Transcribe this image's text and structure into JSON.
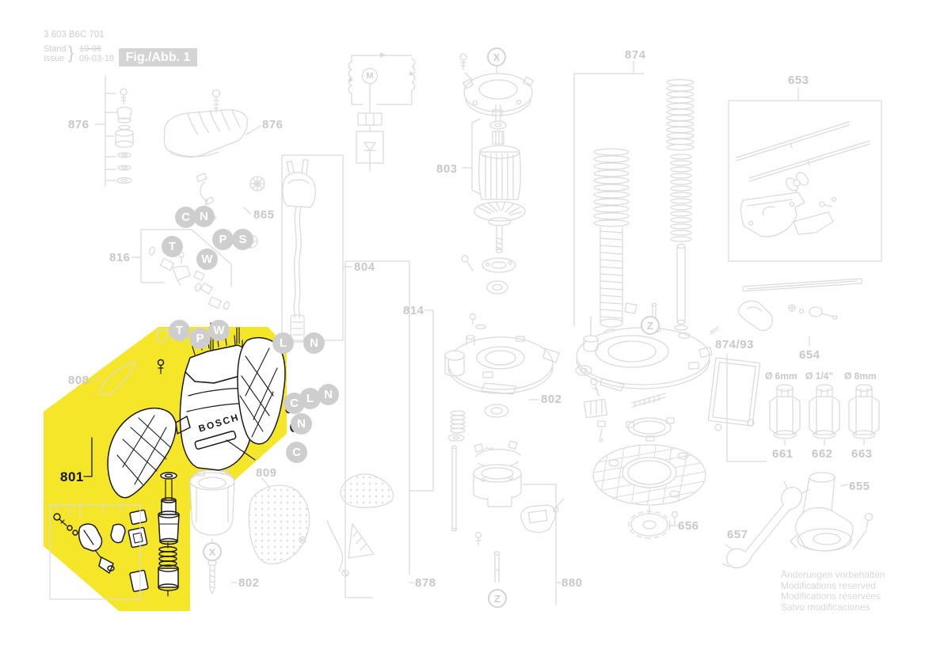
{
  "doc": {
    "number": "3 603 B6C 701",
    "stand_label": "Stand",
    "issue_label": "Issue",
    "old_date": "10-06",
    "date": "09-03-18",
    "figure_label": "Fig./Abb. 1"
  },
  "brand": "BOSCH",
  "parts": {
    "a876l": "876",
    "a876r": "876",
    "a865": "865",
    "a816": "816",
    "a804": "804",
    "a803": "803",
    "a814": "814",
    "a808": "808",
    "a801": "801",
    "a809": "809",
    "a802l": "802",
    "a802m": "802",
    "a878": "878",
    "a880": "880",
    "a874": "874",
    "a874_93": "874/93",
    "a653": "653",
    "a654": "654",
    "a661": "661",
    "a662": "662",
    "a663": "663",
    "a655": "655",
    "a656": "656",
    "a657": "657"
  },
  "collet_sizes": {
    "s661": "Ø 6mm",
    "s662": "Ø 1/4\"",
    "s663": "Ø 8mm"
  },
  "callouts": {
    "c1": "C",
    "n1": "N",
    "p1": "P",
    "s1": "S",
    "t1": "T",
    "w1": "W",
    "t2": "T",
    "p2": "P",
    "w2": "W",
    "l1": "L",
    "n2": "N",
    "c2": "C",
    "l2": "L",
    "n3": "N",
    "n4": "N",
    "c3": "C",
    "x1": "X",
    "x2": "X",
    "z1": "Z",
    "z2": "Z",
    "m1": "M"
  },
  "footer": {
    "line1": "Änderungen vorbehalten",
    "line2": "Modifications reserved",
    "line3": "Modifications réservées",
    "line4": "Salvo modificaciones"
  },
  "colors": {
    "highlight_yellow": "#f5e62a",
    "line_gray": "#dbdbdb",
    "label_gray": "#c8c8c8",
    "dark_line": "#1a1a1a",
    "figbox_bg": "#d4d4d4"
  }
}
